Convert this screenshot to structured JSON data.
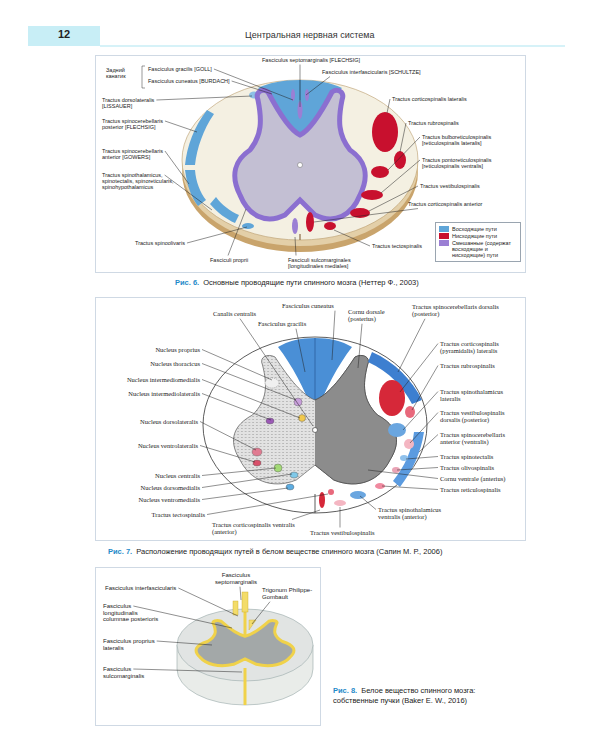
{
  "diagram": {
    "title": "Центральная нервная система",
    "labels": [
      "12",
      "Задний канатик",
      "Fasciculus gracilis [GOLL]",
      "Fasciculus cuneatus [BURDACH]",
      "Tractus dorsolateralis [LISSAUER]",
      "Tractus spinocerebellaris posterior [FLECHSIG]",
      "Tractus spinocerebellaris anterior [GOWERS]",
      "Tractus spinothalamicus, spinotectalis, spinoreticularis, spinohypothalamicus",
      "Tractus spinoolivaris",
      "Fasciculi proprii",
      "Fasciculi sulcomarginales [longitudinales mediales]",
      "Fasciculus septomarginalis [FLECHSIG]",
      "Fasciculus interfascicularis [SCHULTZE]",
      "Tractus corticospinalis lateralis",
      "Tractus rubrospinalis",
      "Tractus bulboreticulospinalis [reticulospinalis lateralis]",
      "Tractus pontoreticulospinalis [reticulospinalis ventralis]",
      "Tractus vestibulospinalis",
      "Tractus corticospinalis anterior",
      "Tractus tectospinalis",
      "Рис. 6.",
      "Основные проводящие пути спинного мозга (Неттер Ф., 2003)",
      "Canalis centralis",
      "Fasciculus gracilis",
      "Fasciculus cuneatus",
      "Cornu dorsale (posterius)",
      "Tractus spinocerebellaris dorsalis (posterior)",
      "Tractus corticospinalis (pyramidalis) lateralis",
      "Tractus rubrospinalis",
      "Tractus spinothalamicus lateralis",
      "Tractus vestibulospinalis dorsalis (posterior)",
      "Tractus spinocerebellaris anterior (ventralis)",
      "Tractus spinotectalis",
      "Tractus olivospinalis",
      "Tractus reticulospinalis",
      "Cornu ventrale (anterius)",
      "Tractus spinothalamicus ventralis (anterior)",
      "Tractus vestibulospinalis",
      "Tractus corticospinalis ventralis (anterior)",
      "Tractus tectospinalis",
      "Nucleus proprius",
      "Nucleus thoracicus",
      "Nucleus intermediomedialis",
      "Nucleus intermediolateralis",
      "Nucleus dorsolateralis",
      "Nucleus ventrolateralis",
      "Nucleus centralis",
      "Nucleus dorsomedialis",
      "Nucleus ventromedialis",
      "Рис. 7.",
      "Расположение проводящих путей в белом веществе спинного мозга (Сапин М. Р., 2006)",
      "Fasciculus septomarginalis",
      "Fasciculus interfascicularis",
      "Trigonum Philippe-Gombault",
      "Fasciculus longitudinalis columnae posterioris",
      "Fasciculus proprius lateralis",
      "Fasciculus sulcomarginalis",
      "Рис. 8.",
      "Белое вещество спинного мозга: собственные пучки (Baker E. W., 2016)"
    ],
    "legend": [
      {
        "text": "Восходящие пути",
        "color": "#5fa5d8"
      },
      {
        "text": "Нисходящие пути",
        "color": "#c8102e"
      },
      {
        "text": "Смешанные (содержат восходящие и нисходящие) пути",
        "color": "#9b7fd4"
      }
    ]
  }
}
